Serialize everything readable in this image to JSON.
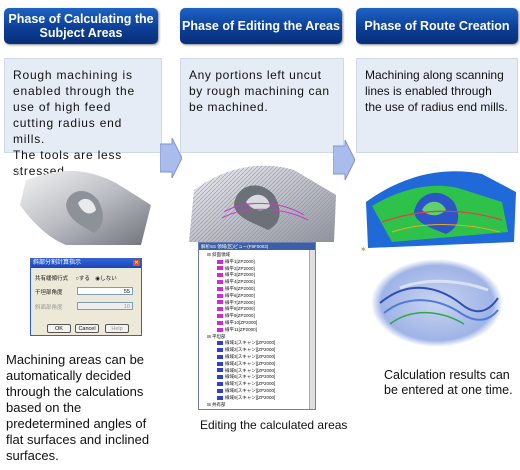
{
  "columns": [
    {
      "header": "Phase of Calculating the Subject Areas",
      "description": [
        "Rough machining is enabled through the use of high feed cutting radius end mills.",
        "The tools are less stressed."
      ],
      "caption": "Machining areas can be automatically decided through the calculations based on the predetermined angles of flat surfaces and inclined surfaces."
    },
    {
      "header": "Phase of Editing the Areas",
      "description": [
        "Any portions left uncut by rough machining can be machined."
      ],
      "caption": "Editing the calculated areas"
    },
    {
      "header": "Phase of Route Creation",
      "description": [
        "Machining along scanning lines is enabled through the use of radius end mills."
      ],
      "caption": "Calculation results can be entered at one time."
    }
  ],
  "dialog": {
    "title": "斜部分割計算指示",
    "row1_label": "共有緩傾行式",
    "radio_yes": "する",
    "radio_no": "しない",
    "row2_label": "干坦部角度",
    "row2_value": "55",
    "row3_label": "斜面部角度",
    "row3_value": "10",
    "ok": "OK",
    "cancel": "Cancel",
    "help": "Help"
  },
  "tree": {
    "title": "解析SS 領域(区)ビュー(F8F0003)",
    "items": [
      {
        "label": "斜面領域",
        "level": 1,
        "color": ""
      },
      {
        "label": "線平1[ZP2000]",
        "level": 2,
        "color": "#d02bd0"
      },
      {
        "label": "線平2[ZP2000]",
        "level": 2,
        "color": "#d02bd0"
      },
      {
        "label": "線平3[ZP2000]",
        "level": 2,
        "color": "#d02bd0"
      },
      {
        "label": "線平4[ZP2000]",
        "level": 2,
        "color": "#d02bd0"
      },
      {
        "label": "線平5[ZP2000]",
        "level": 2,
        "color": "#d02bd0"
      },
      {
        "label": "線平6[ZP2000]",
        "level": 2,
        "color": "#d02bd0"
      },
      {
        "label": "線平7[ZP2000]",
        "level": 2,
        "color": "#d02bd0"
      },
      {
        "label": "線平8[ZP2000]",
        "level": 2,
        "color": "#d02bd0"
      },
      {
        "label": "線平9[ZP2000]",
        "level": 2,
        "color": "#d02bd0"
      },
      {
        "label": "線平10[ZP2000]",
        "level": 2,
        "color": "#d02bd0"
      },
      {
        "label": "線平11[ZP2000]",
        "level": 2,
        "color": "#d02bd0"
      },
      {
        "label": "平坦部",
        "level": 1,
        "color": ""
      },
      {
        "label": "線域1[スキャン][ZP2000]",
        "level": 2,
        "color": "#2c3fd8"
      },
      {
        "label": "線域2[スキャン][ZP2000]",
        "level": 2,
        "color": "#2c3fd8"
      },
      {
        "label": "線域3[スキャン][ZP2000]",
        "level": 2,
        "color": "#2c3fd8"
      },
      {
        "label": "線域4[スキャン][ZP2000]",
        "level": 2,
        "color": "#2c3fd8"
      },
      {
        "label": "線域5[スキャン][ZP2000]",
        "level": 2,
        "color": "#2c3fd8"
      },
      {
        "label": "線域6[スキャン][ZP2000]",
        "level": 2,
        "color": "#2c3fd8"
      },
      {
        "label": "線域7[スキャン][ZP2000]",
        "level": 2,
        "color": "#2c3fd8"
      },
      {
        "label": "線域8[スキャン][ZP2000]",
        "level": 2,
        "color": "#2c3fd8"
      },
      {
        "label": "線域9[スキャン][ZP2000]",
        "level": 2,
        "color": "#2c3fd8"
      },
      {
        "label": "共有部",
        "level": 1,
        "color": ""
      }
    ]
  },
  "colors": {
    "header_blue": "#0c3f97",
    "box_bg": "#e5ecf5",
    "arrow": "#9bb0e6",
    "slope": "#d02bd0",
    "flat": "#2c3fd8"
  }
}
